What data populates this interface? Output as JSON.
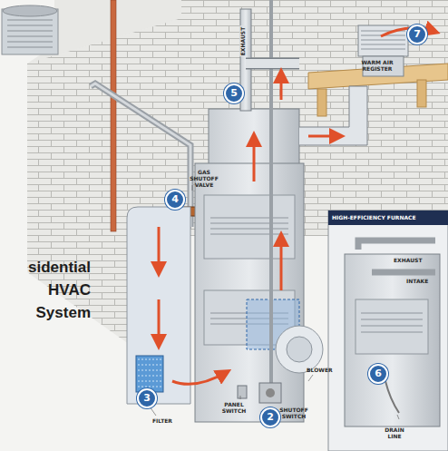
{
  "diagram": {
    "title": "sidential HVAC System",
    "nodes": [
      {
        "text": [
          "HIGH-EFFICIENCY FURNACE"
        ]
      }
    ],
    "labels": [
      "GAS SHUTOFF VALVE",
      "EXHAUST",
      "WARM AIR REGISTER",
      "FILTER",
      "PANEL SWITCH",
      "SHUTOFF SWITCH",
      "BLOWER",
      "EXHAUST",
      "INTAKE",
      "DRAIN LINE",
      "2",
      "3",
      "4",
      "5",
      "6",
      "7"
    ]
  }
}
